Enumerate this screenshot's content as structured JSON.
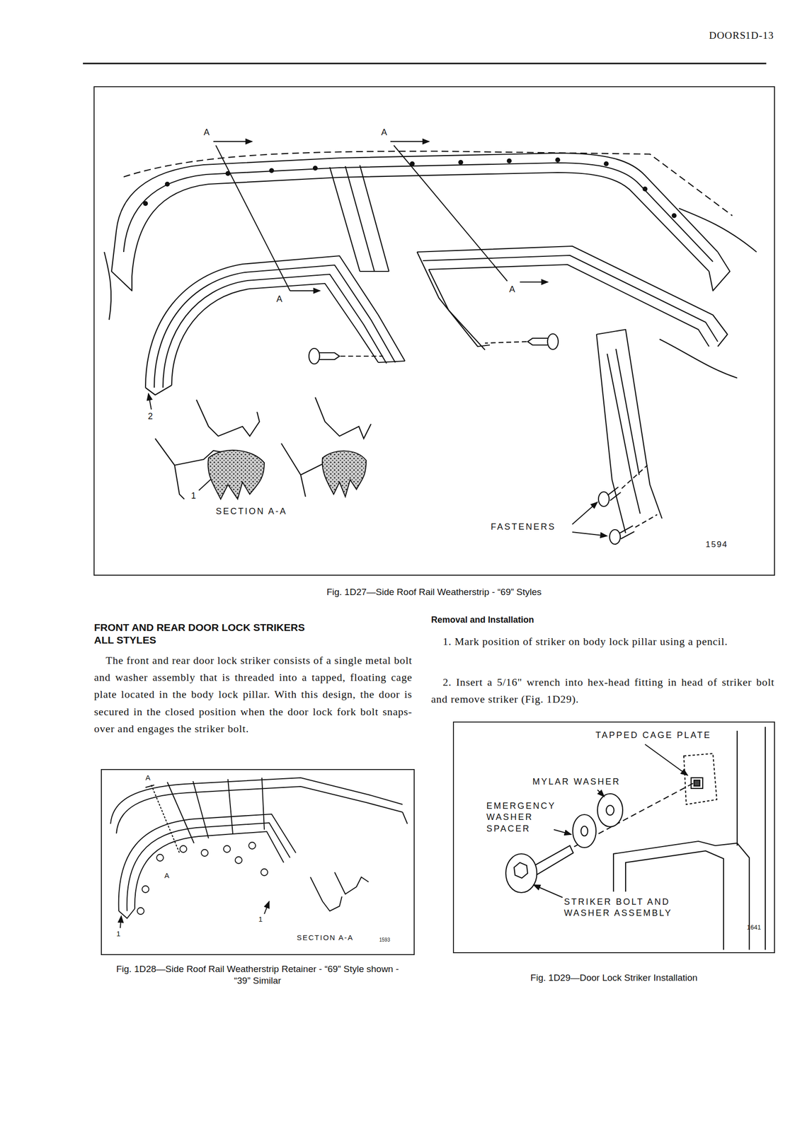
{
  "diagram": {
    "labels": [
      "DOORS",
      "1D-13",
      "A",
      "A",
      "A",
      "A",
      "2",
      "1",
      "SECTION A-A",
      "FASTENERS",
      "1594",
      "Fig. 1D27—Side Roof Rail Weatherstrip - “69” Styles",
      "FRONT AND REAR DOOR LOCK STRIKERS ALL STYLES",
      "The front and rear door lock striker consists of a single metal bolt and washer assembly that is threaded into a tapped, floating cage plate located in the body lock pillar. With this design, the door is secured in the closed position when the door lock fork bolt snaps-over and engages the striker bolt.",
      "A",
      "A",
      "1",
      "1",
      "SECTION A-A",
      "1593",
      "Fig. 1D28—Side Roof Rail Weatherstrip Retainer - “69” Style shown - “39” Similar",
      "Removal and Installation",
      "1. Mark position of striker on body lock pillar using a pencil.",
      "2. Insert a 5/16\" wrench into hex-head fitting in head of striker bolt and remove striker (Fig. 1D29).",
      "TAPPED CAGE PLATE",
      "MYLAR WASHER",
      "EMERGENCY WASHER SPACER",
      "STRIKER BOLT AND WASHER ASSEMBLY",
      "1641",
      "Fig. 1D29—Door Lock Striker Installation"
    ]
  }
}
